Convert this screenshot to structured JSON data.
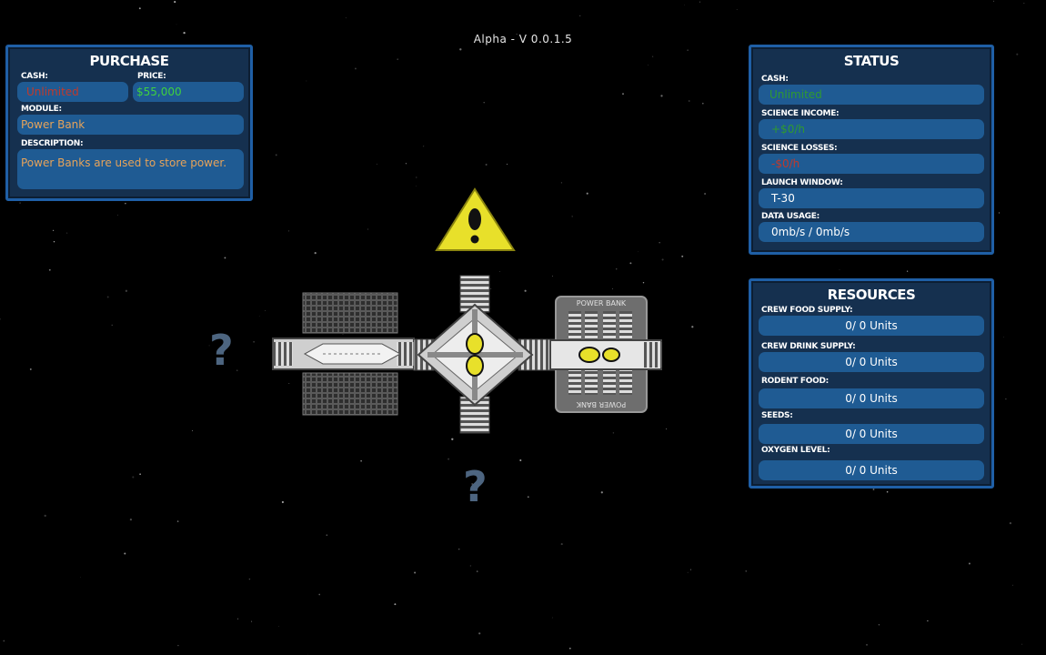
{
  "version": "Alpha - V 0.0.1.5",
  "purchase": {
    "title": "PURCHASE",
    "cash_label": "CASH:",
    "cash_value": "Unlimited",
    "price_label": "PRICE:",
    "price_value": "$55,000",
    "module_label": "MODULE:",
    "module_value": "Power Bank",
    "description_label": "DESCRIPTION:",
    "description_value": "Power Banks are used to store power."
  },
  "status": {
    "title": "STATUS",
    "cash_label": "CASH:",
    "cash_value": "Unlimited",
    "science_income_label": "SCIENCE INCOME:",
    "science_income_value": "+$0/h",
    "science_losses_label": "SCIENCE LOSSES:",
    "science_losses_value": "-$0/h",
    "launch_window_label": "LAUNCH WINDOW:",
    "launch_window_value": "T-30",
    "data_usage_label": "DATA USAGE:",
    "data_usage_value": "0mb/s / 0mb/s"
  },
  "resources": {
    "title": "RESOURCES",
    "items": [
      {
        "label": "CREW FOOD SUPPLY:",
        "value": "0/ 0 Units"
      },
      {
        "label": "CREW DRINK SUPPLY:",
        "value": "0/ 0 Units"
      },
      {
        "label": "RODENT FOOD:",
        "value": "0/ 0 Units"
      },
      {
        "label": "SEEDS:",
        "value": "0/ 0 Units"
      },
      {
        "label": "OXYGEN LEVEL:",
        "value": "0/ 0 Units"
      }
    ]
  },
  "station": {
    "power_bank_label": "POWER BANK",
    "unknown_slot_glyph": "?"
  },
  "colors": {
    "panel_bg": "#15304f",
    "panel_border": "#1f5fa6",
    "field_bg": "#1f5b93",
    "cash_red": "#c0392b",
    "price_green": "#3fd13f",
    "module_orange": "#e6a35a",
    "warning_yellow": "#e8e02a"
  },
  "icons": [
    "warning-triangle-icon",
    "question-mark-icon",
    "solar-panel-icon"
  ]
}
